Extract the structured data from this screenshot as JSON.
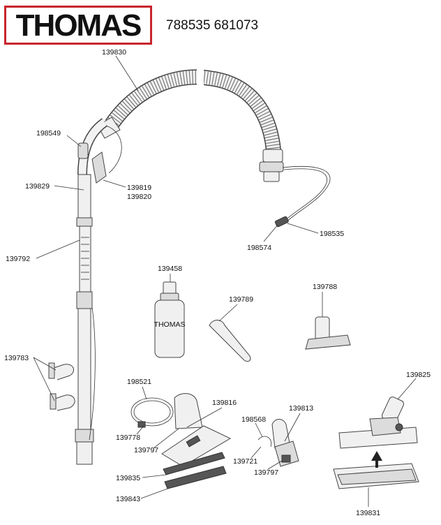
{
  "header": {
    "brand": "THOMAS",
    "model_numbers": "788535 681073"
  },
  "colors": {
    "brand_border": "#c8252c",
    "line": "#333333"
  },
  "parts": {
    "p139830": "139830",
    "p198549": "198549",
    "p139829": "139829",
    "p139819": "139819",
    "p139820": "139820",
    "p198574": "198574",
    "p198535": "198535",
    "p139792": "139792",
    "p139458": "139458",
    "p139789": "139789",
    "p139788": "139788",
    "p139783": "139783",
    "p198521": "198521",
    "p139816": "139816",
    "p139778": "139778",
    "p139797a": "139797",
    "p198568": "198568",
    "p139813": "139813",
    "p139825": "139825",
    "p139721": "139721",
    "p139797b": "139797",
    "p139835": "139835",
    "p139843": "139843",
    "p139831": "139831"
  },
  "bottle_label": "THOMAS"
}
